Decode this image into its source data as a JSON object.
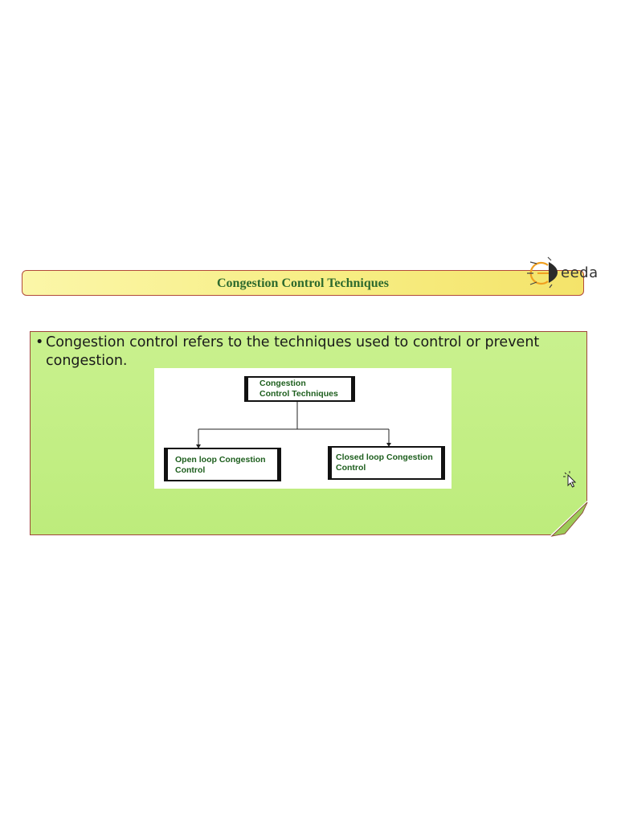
{
  "header": {
    "title": "Congestion Control Techniques"
  },
  "logo": {
    "text": "eeda"
  },
  "content": {
    "bullet": "•",
    "text": "Congestion control refers to the techniques used to control or prevent congestion."
  },
  "diagram": {
    "root": {
      "line1": "Congestion",
      "line2": "Control Techniques"
    },
    "left": {
      "line1": "Open loop Congestion",
      "line2": "Control"
    },
    "right": {
      "line1": "Closed loop Congestion",
      "line2": "Control"
    }
  }
}
